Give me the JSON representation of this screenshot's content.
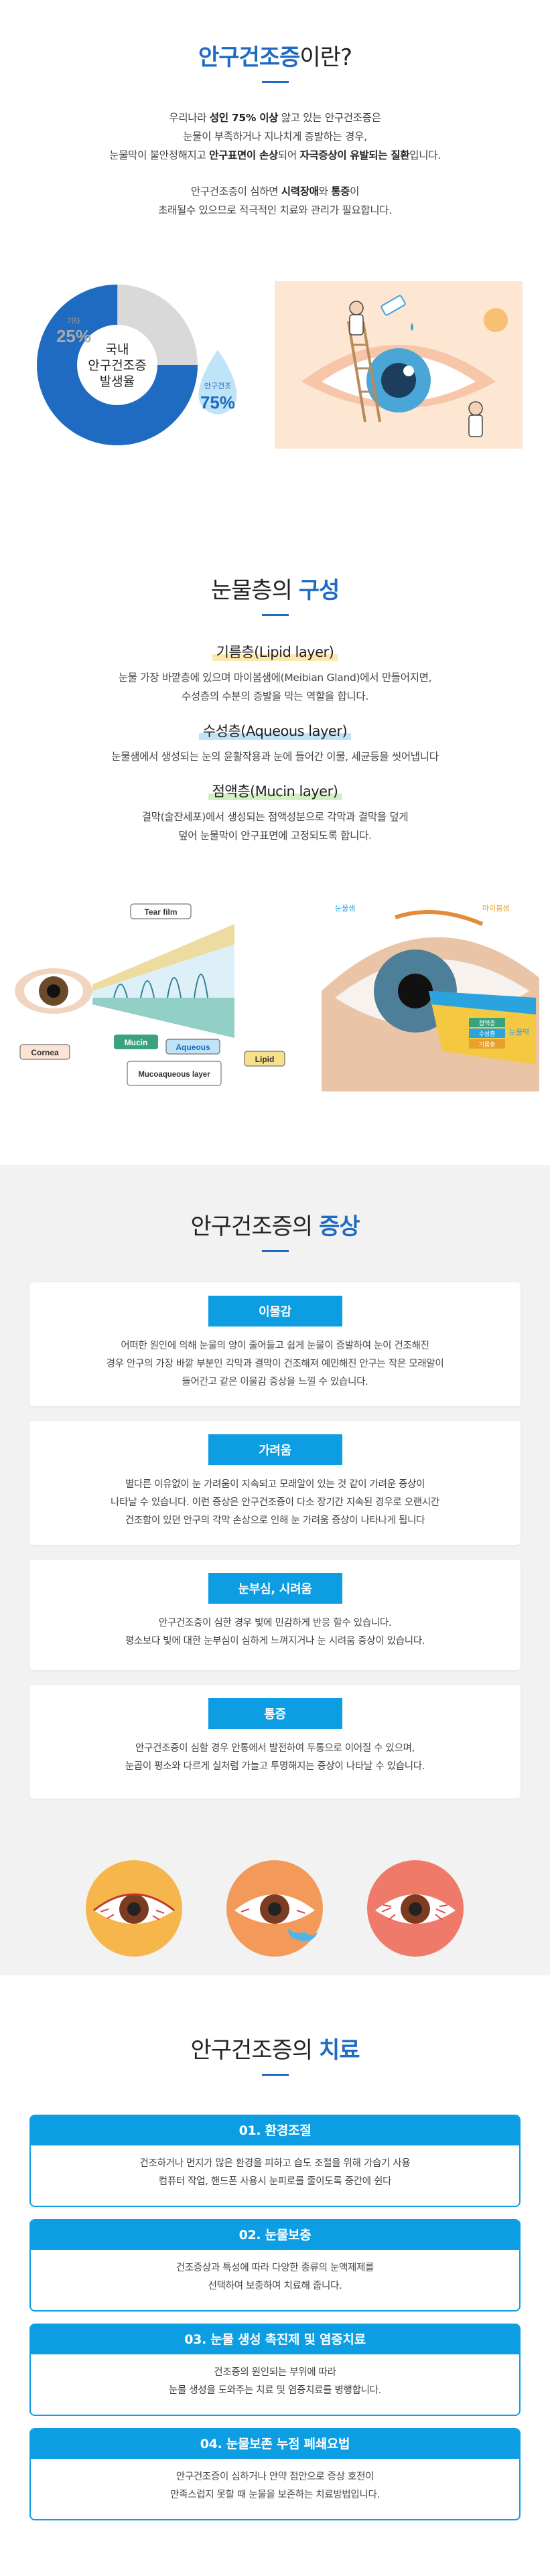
{
  "intro": {
    "title_main": "안구건조증",
    "title_suffix": "이란?",
    "p1_line1": "우리나라 ",
    "p1_bold1": "성인 75% 이상",
    "p1_line1b": " 앓고 있는 안구건조증은",
    "p1_line2": "눈물이 부족하거나 지나치게 증발하는 경우,",
    "p1_line3a": "눈물막이 불안정해지고 ",
    "p1_bold2": "안구표면이 손상",
    "p1_line3b": "되어 ",
    "p1_bold3": "자극증상이 유발되는 질환",
    "p1_line3c": "입니다.",
    "p2_line1a": "안구건조증이 심하면 ",
    "p2_bold1": "시력장애",
    "p2_line1b": "와 ",
    "p2_bold2": "통증",
    "p2_line1c": "이",
    "p2_line2": "초래될수 있으므로 적극적인 치료와 관리가 필요합니다."
  },
  "donut": {
    "other_label": "기타",
    "other_value": "25%",
    "center_line1": "국내",
    "center_line2": "안구건조증",
    "center_line3": "발생율",
    "main_label": "안구건조",
    "main_value": "75%",
    "main_color": "#1f6bc1",
    "other_color": "#d9d9d9"
  },
  "tear": {
    "title_pre": "눈물층의 ",
    "title_bold": "구성",
    "layers": [
      {
        "name": "기름층(Lipid layer)",
        "lines": [
          "눈물 가장 바깥층에 있으며 마이봄샘에(Meibian Gland)에서 만들어지면,",
          "수성층의 수분의 증발을 막는 역할을 합니다."
        ]
      },
      {
        "name": "수성층(Aqueous layer)",
        "lines": [
          "눈물샘에서 생성되는 눈의 윤활작용과 눈에 들어간 이물, 세균등을 씻어냅니다"
        ]
      },
      {
        "name": "점액층(Mucin layer)",
        "lines": [
          "결막(술잔세포)에서 생성되는 점액성분으로 각막과 결막을 덮게",
          "덮어 눈물막이 안구표면에 고정되도록 합니다."
        ]
      }
    ],
    "diagram_labels": {
      "tear_film": "Tear film",
      "cornea": "Cornea",
      "mucin": "Mucin",
      "aqueous": "Aqueous",
      "lipid": "Lipid",
      "mucoaqueous": "Mucoaqueous layer"
    },
    "right_labels": {
      "tear_gland": "눈물샘",
      "meibomian": "마이봄샘",
      "tears": "눈물막",
      "l1": "점액층",
      "l2": "수성층",
      "l3": "기름층"
    }
  },
  "symptoms": {
    "title_pre": "안구건조증의 ",
    "title_bold": "증상",
    "items": [
      {
        "tag": "이물감",
        "lines": [
          "어떠한 원인에 의해 눈물의 양이 줄어들고 쉽게 눈물이 증발하여 눈이 건조해진",
          "경우 안구의 가장 바깥 부분인 각막과 결막이 건조해져 예민해진 안구는 작은 모래알이",
          "들어간고 같은 이물감 증상을 느낄 수 있습니다."
        ]
      },
      {
        "tag": "가려움",
        "lines": [
          "별다른 이유없이 눈 가려움이 지속되고 모래알이 있는 것 같이 가려운 증상이",
          "나타날 수 있습니다. 이런 증상은 안구건조증이 다소 장기간 지속된 경우로 오랜시간",
          "건조함이 있던 안구의 각막 손상으로 인해 눈 가려움 증상이 나타나게 됩니다"
        ]
      },
      {
        "tag": "눈부심, 시려움",
        "lines": [
          "안구건조증이 심한 경우 빛에 민감하게 반응 할수 있습니다.",
          "평소보다 빛에 대한 눈부심이 심하게 느껴지거나 눈 시려움 증상이 있습니다."
        ]
      },
      {
        "tag": "통증",
        "lines": [
          "안구건조증이 심할 경우 안통에서 발전하여 두통으로 이어질 수 있으며,",
          "눈곱이 평소와 다르게 실처럼 가늘고 투명해지는 증상이 나타날 수 있습니다."
        ]
      }
    ]
  },
  "treatment": {
    "title_pre": "안구건조증의 ",
    "title_bold": "치료",
    "items": [
      {
        "head": "01. 환경조절",
        "lines": [
          "건조하거나 먼지가 많은 환경을 피하고 습도 조절을 위해 가습기 사용",
          "컴퓨터 작업, 핸드폰 사용시 눈피로를 줄이도록 중간에 쉰다"
        ]
      },
      {
        "head": "02. 눈물보충",
        "lines": [
          "건조증상과 특성에 따라 다양한 종류의 눈액제제를",
          "선택하여 보충하여 치료해 줍니다."
        ]
      },
      {
        "head": "03. 눈물 생성 촉진제 및 염증치료",
        "lines": [
          "건조증의 원인되는 부위에 따라",
          "눈물 생성을 도와주는 치료 및 염증치료를 병행합니다."
        ]
      },
      {
        "head": "04. 눈물보존 누점 폐쇄요법",
        "lines": [
          "안구건조증이 심하거나 안약 점안으로 증상 호전이",
          "만족스럽지 못할 때 눈물을 보존하는 치료방법입니다."
        ]
      }
    ]
  }
}
